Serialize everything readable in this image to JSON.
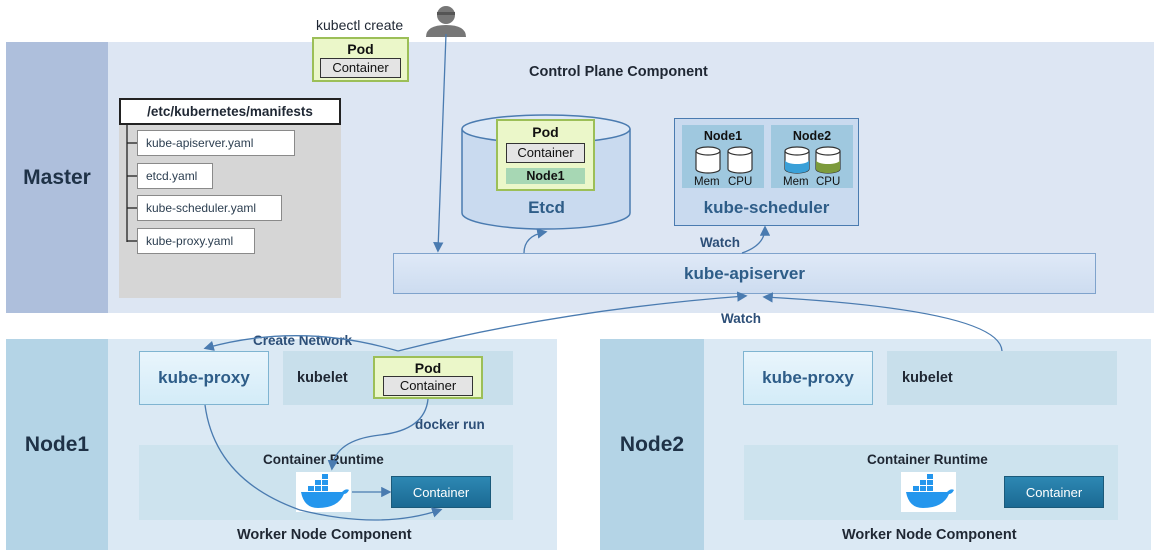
{
  "top": {
    "kubectl": "kubectl create"
  },
  "master": {
    "label": "Master",
    "title": "Control Plane Component",
    "pod": {
      "title": "Pod",
      "container": "Container"
    },
    "manifests": {
      "dir": "/etc/kubernetes/manifests",
      "files": [
        "kube-apiserver.yaml",
        "etcd.yaml",
        "kube-scheduler.yaml",
        "kube-proxy.yaml"
      ]
    },
    "etcd": {
      "label": "Etcd",
      "pod": {
        "title": "Pod",
        "container": "Container",
        "node": "Node1"
      }
    },
    "scheduler": {
      "label": "kube-scheduler",
      "nodes": [
        {
          "name": "Node1",
          "mem": "Mem",
          "cpu": "CPU"
        },
        {
          "name": "Node2",
          "mem": "Mem",
          "cpu": "CPU"
        }
      ]
    },
    "watch": "Watch",
    "apiserver": "kube-apiserver"
  },
  "watch_main": "Watch",
  "node1": {
    "label": "Node1",
    "kube_proxy": "kube-proxy",
    "kubelet": "kubelet",
    "pod": {
      "title": "Pod",
      "container": "Container"
    },
    "create_network": "Create Network",
    "docker_run": "docker run",
    "runtime": "Container Runtime",
    "container": "Container",
    "footer": "Worker Node Component"
  },
  "node2": {
    "label": "Node2",
    "kube_proxy": "kube-proxy",
    "kubelet": "kubelet",
    "runtime": "Container Runtime",
    "container": "Container",
    "footer": "Worker Node Component"
  },
  "colors": {
    "accent": "#4a7bb0",
    "pod_fill": "#ebf7c9",
    "container_fill": "#1b6a93"
  }
}
